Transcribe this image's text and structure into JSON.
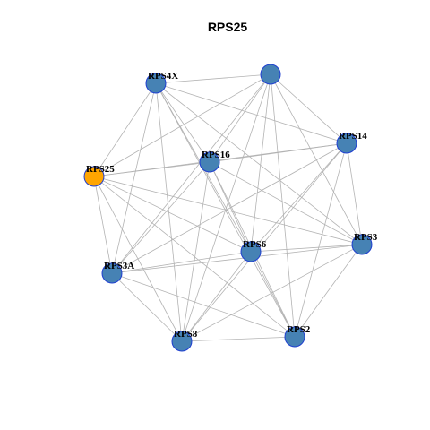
{
  "title": "RPS25",
  "colors": {
    "default_node": "#4682b4",
    "highlight_node": "#ffa500",
    "edge": "#b3b3b3",
    "node_border": "#1f3fd0"
  },
  "nodes": [
    {
      "id": "RPS4X",
      "label": "RPS4X",
      "highlight": false
    },
    {
      "id": "N2",
      "label": "",
      "highlight": false
    },
    {
      "id": "RPS14",
      "label": "RPS14",
      "highlight": false
    },
    {
      "id": "RPS16",
      "label": "RPS16",
      "highlight": false
    },
    {
      "id": "RPS25",
      "label": "RPS25",
      "highlight": true
    },
    {
      "id": "RPS3",
      "label": "RPS3",
      "highlight": false
    },
    {
      "id": "RPS6",
      "label": "RPS6",
      "highlight": false
    },
    {
      "id": "RPS3A",
      "label": "RPS3A",
      "highlight": false
    },
    {
      "id": "RPS8",
      "label": "RPS8",
      "highlight": false
    },
    {
      "id": "RPS2",
      "label": "RPS2",
      "highlight": false
    }
  ],
  "edges": [
    [
      "RPS4X",
      "N2"
    ],
    [
      "RPS4X",
      "RPS14"
    ],
    [
      "RPS4X",
      "RPS16"
    ],
    [
      "RPS4X",
      "RPS25"
    ],
    [
      "RPS4X",
      "RPS3"
    ],
    [
      "RPS4X",
      "RPS6"
    ],
    [
      "RPS4X",
      "RPS3A"
    ],
    [
      "RPS4X",
      "RPS8"
    ],
    [
      "RPS4X",
      "RPS2"
    ],
    [
      "N2",
      "RPS14"
    ],
    [
      "N2",
      "RPS16"
    ],
    [
      "N2",
      "RPS25"
    ],
    [
      "N2",
      "RPS3"
    ],
    [
      "N2",
      "RPS6"
    ],
    [
      "N2",
      "RPS3A"
    ],
    [
      "N2",
      "RPS8"
    ],
    [
      "N2",
      "RPS2"
    ],
    [
      "RPS14",
      "RPS16"
    ],
    [
      "RPS14",
      "RPS25"
    ],
    [
      "RPS14",
      "RPS3"
    ],
    [
      "RPS14",
      "RPS6"
    ],
    [
      "RPS14",
      "RPS3A"
    ],
    [
      "RPS14",
      "RPS8"
    ],
    [
      "RPS14",
      "RPS2"
    ],
    [
      "RPS16",
      "RPS25"
    ],
    [
      "RPS16",
      "RPS3"
    ],
    [
      "RPS16",
      "RPS6"
    ],
    [
      "RPS16",
      "RPS3A"
    ],
    [
      "RPS16",
      "RPS8"
    ],
    [
      "RPS16",
      "RPS2"
    ],
    [
      "RPS25",
      "RPS3"
    ],
    [
      "RPS25",
      "RPS6"
    ],
    [
      "RPS25",
      "RPS3A"
    ],
    [
      "RPS25",
      "RPS8"
    ],
    [
      "RPS25",
      "RPS2"
    ],
    [
      "RPS3",
      "RPS6"
    ],
    [
      "RPS3",
      "RPS3A"
    ],
    [
      "RPS3",
      "RPS8"
    ],
    [
      "RPS3",
      "RPS2"
    ],
    [
      "RPS6",
      "RPS3A"
    ],
    [
      "RPS6",
      "RPS8"
    ],
    [
      "RPS6",
      "RPS2"
    ],
    [
      "RPS3A",
      "RPS8"
    ],
    [
      "RPS3A",
      "RPS2"
    ],
    [
      "RPS8",
      "RPS2"
    ]
  ]
}
